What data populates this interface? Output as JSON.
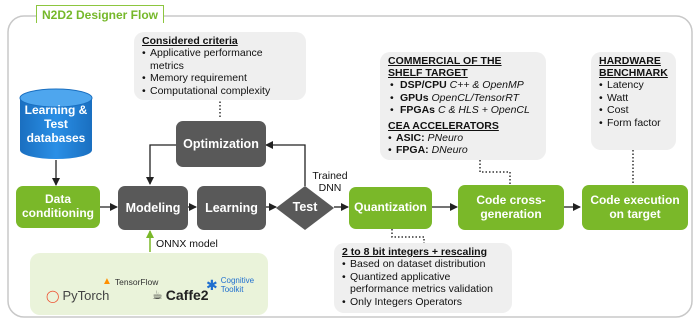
{
  "title": "N2D2 Designer Flow",
  "databases": {
    "label": "Learning & Test databases"
  },
  "considered_criteria": {
    "heading": "Considered criteria",
    "items": [
      "Applicative performance metrics",
      "Memory requirement",
      "Computational complexity"
    ]
  },
  "cots": {
    "heading": "COMMERCIAL OF THE SHELF TARGET",
    "items": [
      {
        "label": "DSP/CPU",
        "detail": "C++ & OpenMP"
      },
      {
        "label": "GPUs",
        "detail": "OpenCL/TensorRT"
      },
      {
        "label": "FPGAs",
        "detail": "C & HLS + OpenCL"
      }
    ],
    "cea_heading": "CEA ACCELERATORS",
    "cea_items": [
      {
        "label": "ASIC:",
        "detail": "PNeuro"
      },
      {
        "label": "FPGA:",
        "detail": "DNeuro"
      }
    ]
  },
  "hardware_benchmark": {
    "heading": "HARDWARE BENCHMARK",
    "items": [
      "Latency",
      "Watt",
      "Cost",
      "Form factor"
    ]
  },
  "quantization_note": {
    "heading": "2 to 8 bit integers + rescaling",
    "items": [
      "Based on dataset distribution",
      "Quantized applicative performance metrics validation",
      "Only Integers Operators"
    ]
  },
  "steps": {
    "data_conditioning": "Data conditioning",
    "modeling": "Modeling",
    "learning": "Learning",
    "test": "Test",
    "optimization": "Optimization",
    "quantization": "Quantization",
    "code_generation": "Code cross-generation",
    "code_execution": "Code execution on target"
  },
  "labels": {
    "trained_dnn": "Trained DNN",
    "onnx_model": "ONNX model"
  },
  "frameworks": {
    "pytorch": "PyTorch",
    "tensorflow": "TensorFlow",
    "caffe2": "Caffe2",
    "cognitive_toolkit": "Cognitive Toolkit"
  },
  "colors": {
    "green": "#7ab829",
    "dark": "#595959",
    "note_bg": "#efefef",
    "db_blue": "#1f7fd1"
  }
}
